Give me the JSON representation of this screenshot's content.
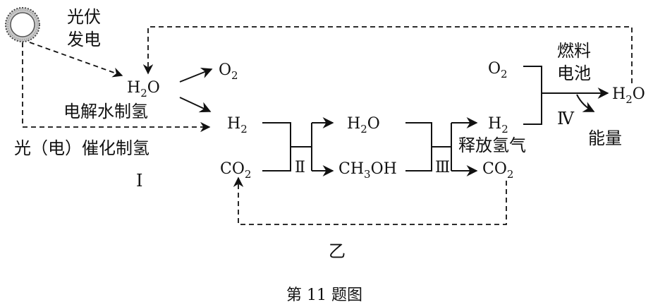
{
  "labels": {
    "pv_line1": "光伏",
    "pv_line2": "发电",
    "electrolysis": "电解水制氢",
    "photocatalysis": "光（电）催化制氢",
    "stage1": "Ⅰ",
    "stage2": "Ⅱ",
    "stage3": "Ⅲ",
    "stage4": "Ⅳ",
    "release_h2": "释放氢气",
    "fuel_cell_line1": "燃料",
    "fuel_cell_line2": "电池",
    "energy": "能量",
    "cycle_label": "乙",
    "caption": "第 11 题图"
  },
  "species": {
    "water_left": {
      "main": "H",
      "sub": "2",
      "tail": "O"
    },
    "oxygen_top": {
      "main": "O",
      "sub": "2",
      "tail": ""
    },
    "hydrogen_mid": {
      "main": "H",
      "sub": "2",
      "tail": ""
    },
    "co2_left": {
      "main": "CO",
      "sub": "2",
      "tail": ""
    },
    "water_mid": {
      "main": "H",
      "sub": "2",
      "tail": "O"
    },
    "methanol_pre": "CH",
    "methanol_sub": "3",
    "methanol_post": "OH",
    "oxygen_right": {
      "main": "O",
      "sub": "2",
      "tail": ""
    },
    "hydrogen_right": {
      "main": "H",
      "sub": "2",
      "tail": ""
    },
    "co2_right": {
      "main": "CO",
      "sub": "2",
      "tail": ""
    },
    "water_product": {
      "main": "H",
      "sub": "2",
      "tail": "O"
    }
  }
}
